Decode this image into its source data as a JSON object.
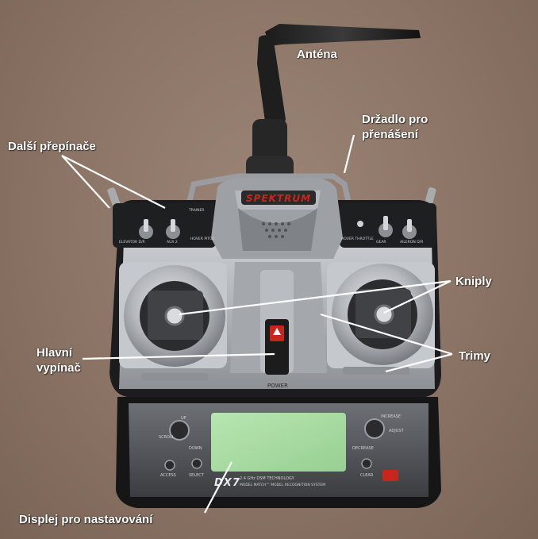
{
  "annotations": {
    "antenna": "Anténa",
    "handle_line1": "Držadlo pro",
    "handle_line2": "přenášení",
    "switches": "Další přepínače",
    "sticks": "Kniply",
    "main_switch_line1": "Hlavní",
    "main_switch_line2": "vypínač",
    "trims": "Trimy",
    "display": "Displej pro nastavování"
  },
  "device": {
    "brand": "SPEKTRUM",
    "model": "DX7",
    "power_label": "POWER",
    "tech_line1": "2.4 GHz DSM TECHNOLOGY",
    "tech_line2": "MODEL MATCH™ MODEL RECOGNITION SYSTEM",
    "buttons": {
      "up": "UP",
      "scroll": "SCROLL",
      "down": "DOWN",
      "access": "ACCESS",
      "select": "SELECT",
      "increase": "INCREASE",
      "adjust": "ADJUST",
      "decrease": "DECREASE",
      "clear": "CLEAR"
    },
    "switch_labels": {
      "elevator_dr": "ELEVATOR D/R",
      "aux2": "AUX 2",
      "trainer": "TRAINER",
      "hover_pitch": "HOVER PITCH",
      "hover_throttle": "HOVER THROTTLE",
      "gear": "GEAR",
      "aileron_dr": "AILERON D/R"
    }
  },
  "colors": {
    "background": "#8b7465",
    "body_silver": "#b9bcc0",
    "display_green": "#a9dca2",
    "label_white": "#ffffff",
    "brand_red": "#c8261d"
  }
}
